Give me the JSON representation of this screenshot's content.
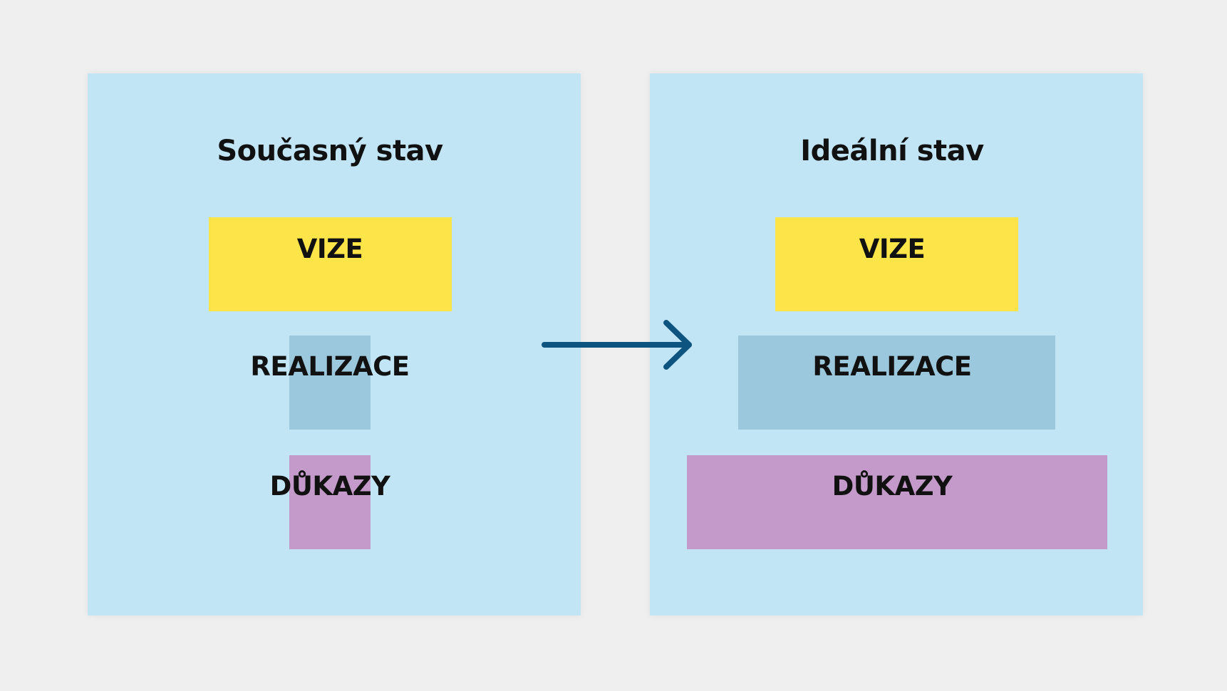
{
  "colors": {
    "background": "#efefef",
    "panel": "#c1e5f4",
    "vize": "#fde449",
    "realizace": "#9cc8dd",
    "dukazy": "#c49aca",
    "arrow": "#0d5580",
    "text": "#111111"
  },
  "current": {
    "title": "Současný stav",
    "vize": "VIZE",
    "realizace": "REALIZACE",
    "dukazy": "DŮKAZY"
  },
  "ideal": {
    "title": "Ideální stav",
    "vize": "VIZE",
    "realizace": "REALIZACE",
    "dukazy": "DŮKAZY"
  },
  "arrow_icon": "arrow-right-icon"
}
